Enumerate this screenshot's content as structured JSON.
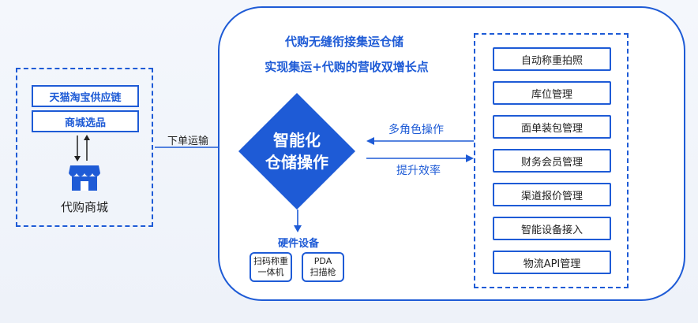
{
  "left_panel": {
    "items": [
      "天猫淘宝供应链",
      "商城选品"
    ],
    "store_label": "代购商城"
  },
  "arrow_labels": {
    "order": "下单运输",
    "roles": "多角色操作",
    "efficiency": "提升效率"
  },
  "main": {
    "title": "代购无缝衔接集运仓储",
    "subtitle": "实现集运+代购的营收双增长点",
    "center_line1": "智能化",
    "center_line2": "仓储操作",
    "hardware_title": "硬件设备",
    "hardware": [
      {
        "line1": "扫码称重",
        "line2": "一体机"
      },
      {
        "line1": "PDA",
        "line2": "扫描枪"
      }
    ]
  },
  "features": [
    "自动称重拍照",
    "库位管理",
    "面单装包管理",
    "财务会员管理",
    "渠道报价管理",
    "智能设备接入",
    "物流API管理"
  ],
  "colors": {
    "accent": "#1e5bd6"
  }
}
